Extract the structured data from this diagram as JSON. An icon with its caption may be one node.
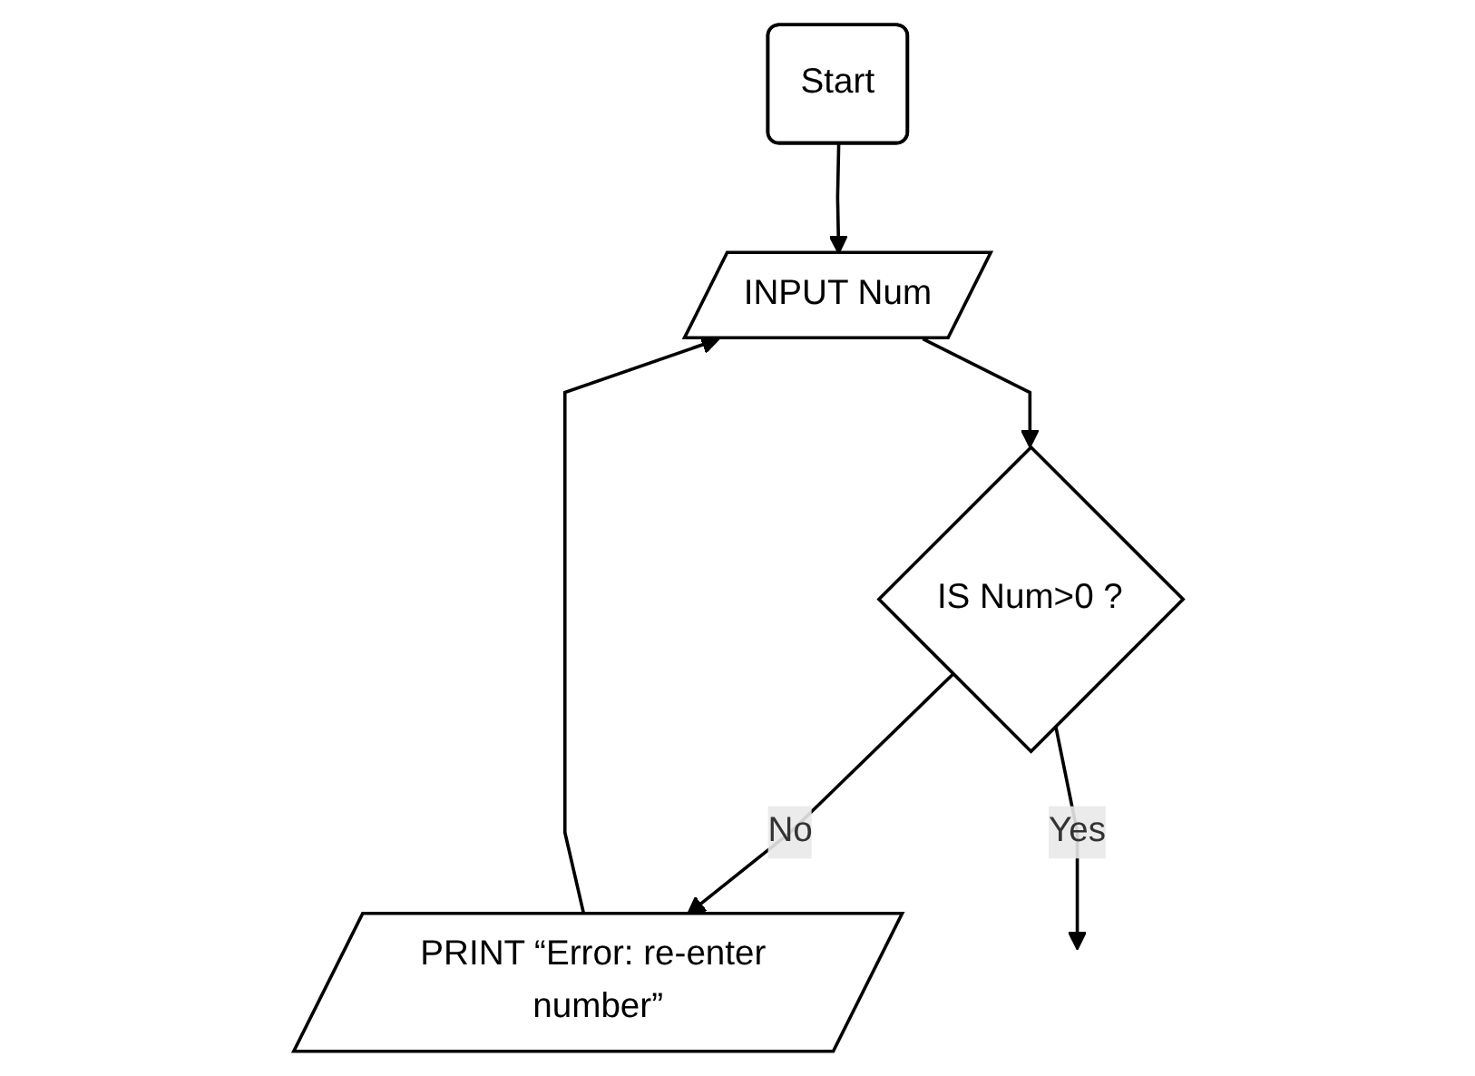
{
  "diagram": {
    "nodes": [
      {
        "text": [
          "Start"
        ]
      },
      {
        "text": [
          "INPUT Num"
        ]
      },
      {
        "text": [
          "IS Num>0 ?"
        ]
      },
      {
        "text": [
          "PRINT “Error: re-enter number”"
        ]
      }
    ],
    "edges": [
      {
        "from": 0,
        "to": 1,
        "arrow": "to"
      },
      {
        "from": 3,
        "to": 1,
        "arrow": "to"
      },
      {
        "from": 1,
        "to": 2,
        "arrow": "to"
      },
      {
        "from": 2,
        "to": 3,
        "label": "No",
        "arrow": "to"
      },
      {
        "from": 2,
        "to": null,
        "label": "Yes",
        "arrow": "to"
      }
    ]
  }
}
